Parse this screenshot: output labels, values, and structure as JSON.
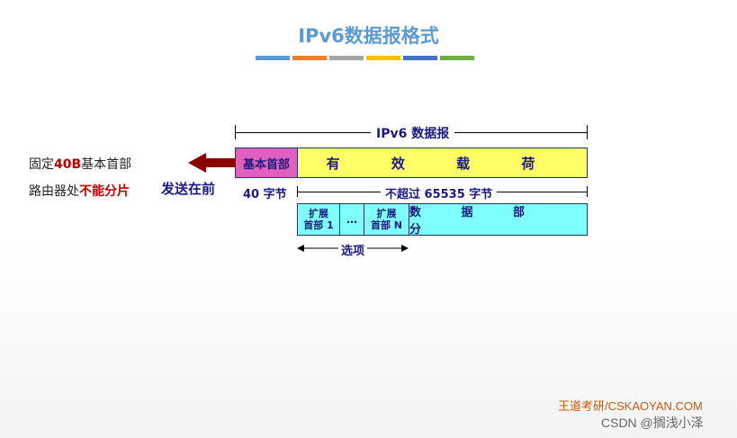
{
  "title": "IPv6数据报格式",
  "title_bar_colors": [
    "#5b9bd5",
    "#ed7d31",
    "#a5a5a5",
    "#ffc000",
    "#4472c4",
    "#70ad47"
  ],
  "datagram_label": "IPv6 数据报",
  "base_header": {
    "label": "基本首部",
    "color": "#e060c0"
  },
  "payload": {
    "label": "有 效 载 荷",
    "color": "#ffff66"
  },
  "base_size_label": "40 字节",
  "payload_size_label": "不超过 65535 字节",
  "ext_row": {
    "color": "#80ffff",
    "ext1": "扩展\n首部 1",
    "ellipsis": "…",
    "extN": "扩展\n首部 N",
    "data": "数 据 部 分"
  },
  "options_label": "选项",
  "send_first_label": "发送在前",
  "note1": {
    "prefix": "固定",
    "highlight": "40B",
    "suffix": "基本首部"
  },
  "note2": {
    "prefix": "路由器处",
    "highlight": "不能分片"
  },
  "credit_brand": "王道考研/CSKAOYAN.COM",
  "credit_csdn": "CSDN @搁浅小泽"
}
